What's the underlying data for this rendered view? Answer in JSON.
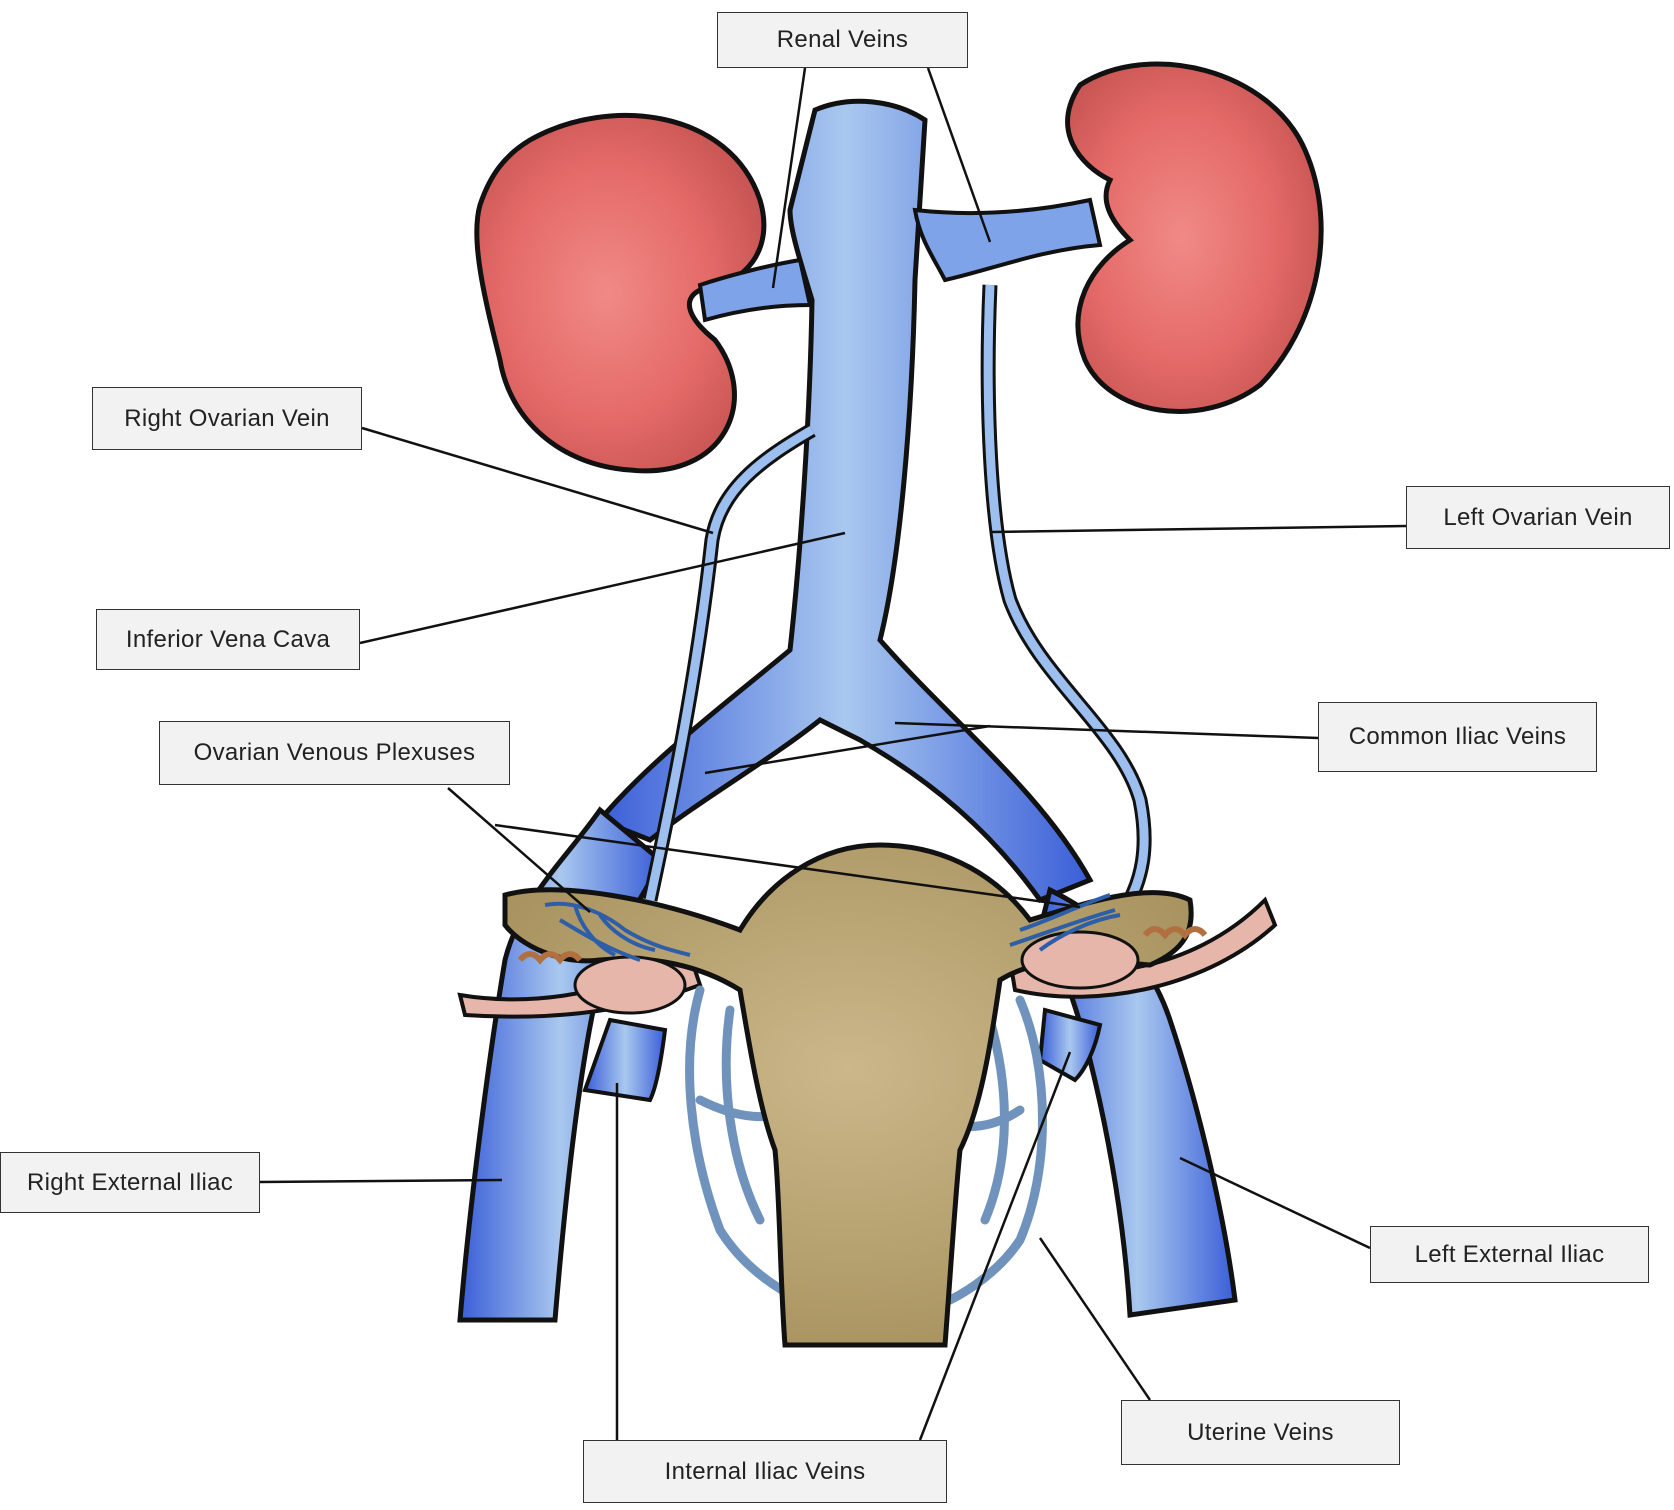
{
  "labels": {
    "renal_veins": "Renal Veins",
    "right_ovarian_vein": "Right Ovarian Vein",
    "left_ovarian_vein": "Left Ovarian Vein",
    "inferior_vena_cava": "Inferior Vena Cava",
    "common_iliac_veins": "Common Iliac Veins",
    "ovarian_venous_plexuses": "Ovarian Venous Plexuses",
    "right_external_iliac": "Right External Iliac",
    "left_external_iliac": "Left External Iliac",
    "uterine_veins": "Uterine Veins",
    "internal_iliac_veins": "Internal Iliac Veins"
  },
  "colors": {
    "kidney": "#e46a68",
    "vein": "#3f63de",
    "vein_light": "#a9c8ef",
    "uterus": "#b9a477",
    "fallopian": "#e7b6aa",
    "plexus": "#6f93bc",
    "outline": "#111111",
    "label_bg": "#f2f2f2"
  }
}
